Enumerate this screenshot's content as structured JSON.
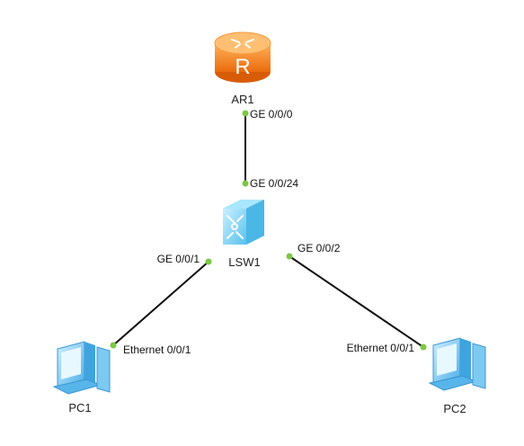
{
  "topology": {
    "devices": {
      "router": {
        "name": "AR1",
        "type": "router",
        "icon": "router-icon",
        "color": "#f07f1a"
      },
      "switch": {
        "name": "LSW1",
        "type": "switch",
        "icon": "switch-icon",
        "color": "#6fc9ef"
      },
      "pc1": {
        "name": "PC1",
        "type": "pc",
        "icon": "pc-icon",
        "color": "#5fb8ec"
      },
      "pc2": {
        "name": "PC2",
        "type": "pc",
        "icon": "pc-icon",
        "color": "#5fb8ec"
      }
    },
    "links": [
      {
        "from": "AR1",
        "to": "LSW1",
        "from_port": "GE 0/0/0",
        "to_port": "GE 0/0/24"
      },
      {
        "from": "LSW1",
        "to": "PC1",
        "from_port": "GE 0/0/1",
        "to_port": "Ethernet 0/0/1"
      },
      {
        "from": "LSW1",
        "to": "PC2",
        "from_port": "GE 0/0/2",
        "to_port": "Ethernet 0/0/1"
      }
    ],
    "colors": {
      "link": "#111111",
      "port_dot": "#7ac943"
    }
  }
}
